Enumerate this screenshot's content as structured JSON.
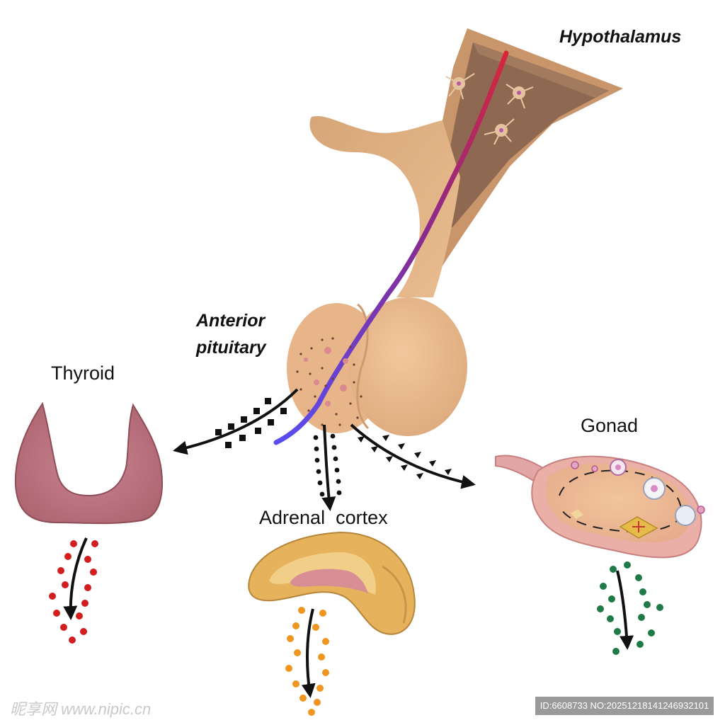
{
  "labels": {
    "hypothalamus": "Hypothalamus",
    "anterior_line1": "Anterior",
    "anterior_line2": "pituitary",
    "thyroid": "Thyroid",
    "adrenal": "Adrenal  cortex",
    "gonad": "Gonad"
  },
  "watermark": {
    "left": "昵享网 www.nipic.cn",
    "right": "ID:6608733 NO:20251218141246932101"
  },
  "colors": {
    "tissue": "#e8b98a",
    "tissue_dark": "#b08460",
    "thyroid": "#b9717c",
    "thyroid_hormone": "#d21e1e",
    "adrenal_hormone": "#f0951f",
    "gonad_hormone": "#1e7a46",
    "vessel_red": "#d8253a",
    "vessel_blue": "#5a4cf0"
  },
  "icons": {
    "hypothalamus": "hypothalamus-illustration",
    "pituitary": "pituitary-gland-illustration",
    "thyroid": "thyroid-gland-illustration",
    "adrenal": "adrenal-cortex-illustration",
    "gonad": "ovary-illustration"
  }
}
